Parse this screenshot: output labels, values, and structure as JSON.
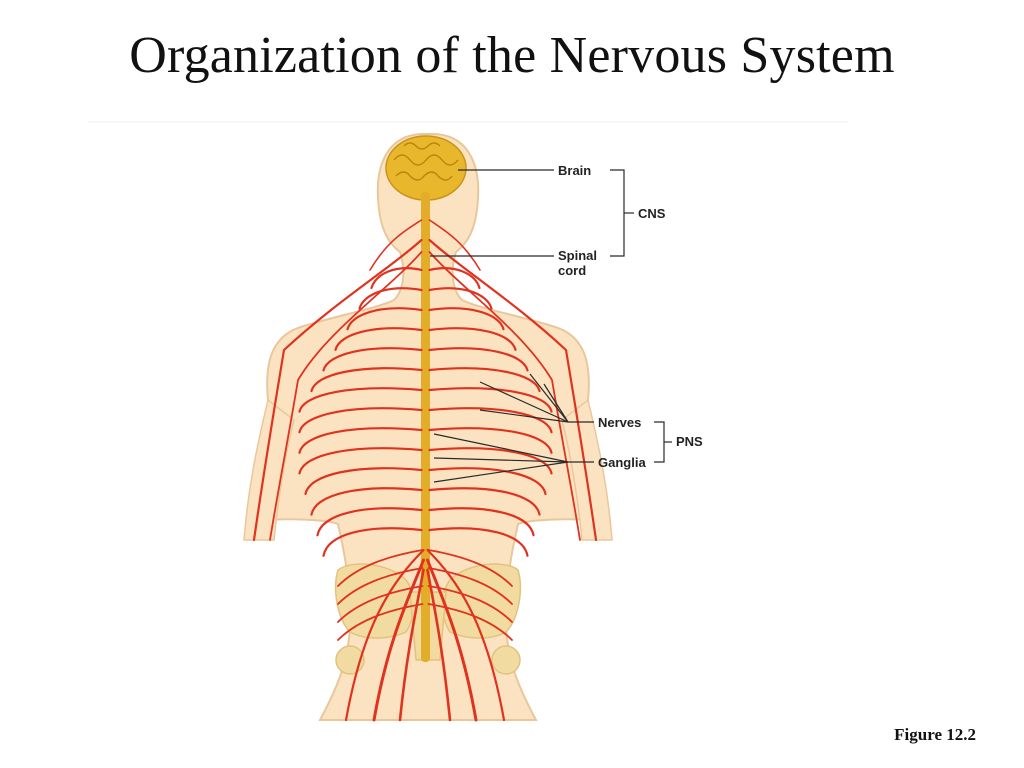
{
  "slide": {
    "title": "Organization of the Nervous System",
    "figure_caption": "Figure 12.2"
  },
  "diagram": {
    "labels": {
      "brain": "Brain",
      "spinal_cord": "Spinal cord",
      "cns": "CNS",
      "nerves": "Nerves",
      "ganglia": "Ganglia",
      "pns": "PNS"
    },
    "colors": {
      "skin": "#fbe3c2",
      "skin_outline": "#e9c79c",
      "brain": "#e8b72c",
      "spinal_cord": "#e3ad2a",
      "nerves": "#e0331f",
      "pelvis": "#f1dba0",
      "leader_lines": "#2a2a2a"
    }
  }
}
